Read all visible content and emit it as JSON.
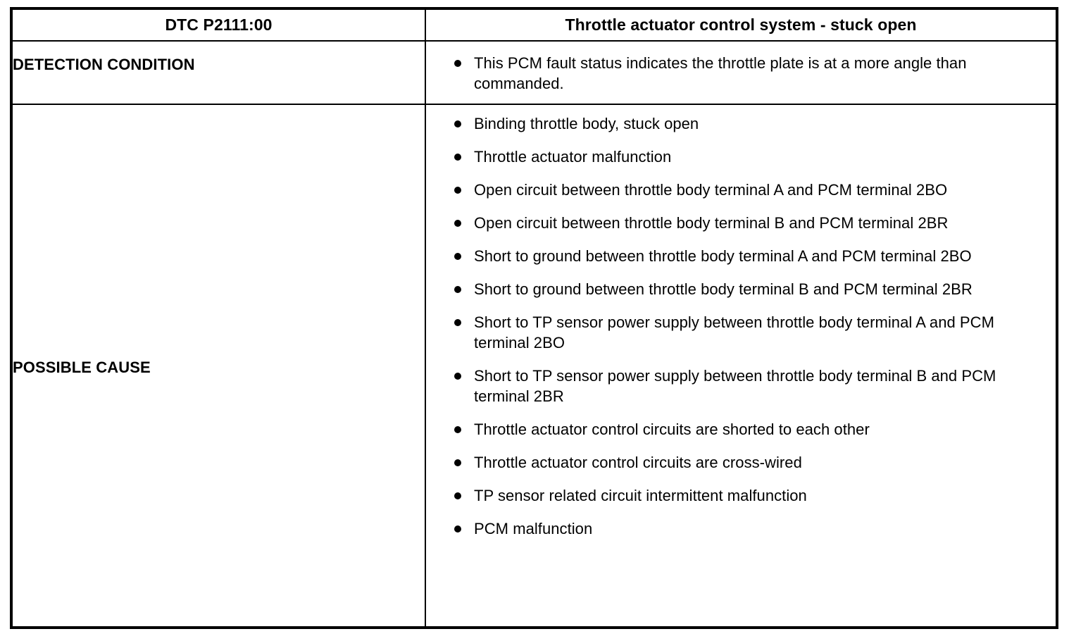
{
  "table": {
    "header": {
      "dtc_code": "DTC P2111:00",
      "fault_name": "Throttle actuator control system - stuck open"
    },
    "rows": [
      {
        "label": "DETECTION CONDITION",
        "items": [
          "This PCM fault status indicates the throttle plate is at a more angle than commanded."
        ]
      },
      {
        "label": "POSSIBLE CAUSE",
        "items": [
          "Binding throttle body, stuck open",
          "Throttle actuator malfunction",
          "Open circuit between throttle body terminal A and PCM terminal 2BO",
          "Open circuit between throttle body terminal B and PCM terminal 2BR",
          "Short to ground between throttle body terminal A and PCM terminal 2BO",
          "Short to ground between throttle body terminal B and PCM terminal 2BR",
          "Short to TP sensor power supply between throttle body terminal A and PCM terminal 2BO",
          "Short to TP sensor power supply between throttle body terminal B and PCM terminal 2BR",
          "Throttle actuator control circuits are shorted to each other",
          "Throttle actuator control circuits are cross-wired",
          "TP sensor related circuit intermittent malfunction",
          "PCM malfunction"
        ]
      }
    ]
  }
}
